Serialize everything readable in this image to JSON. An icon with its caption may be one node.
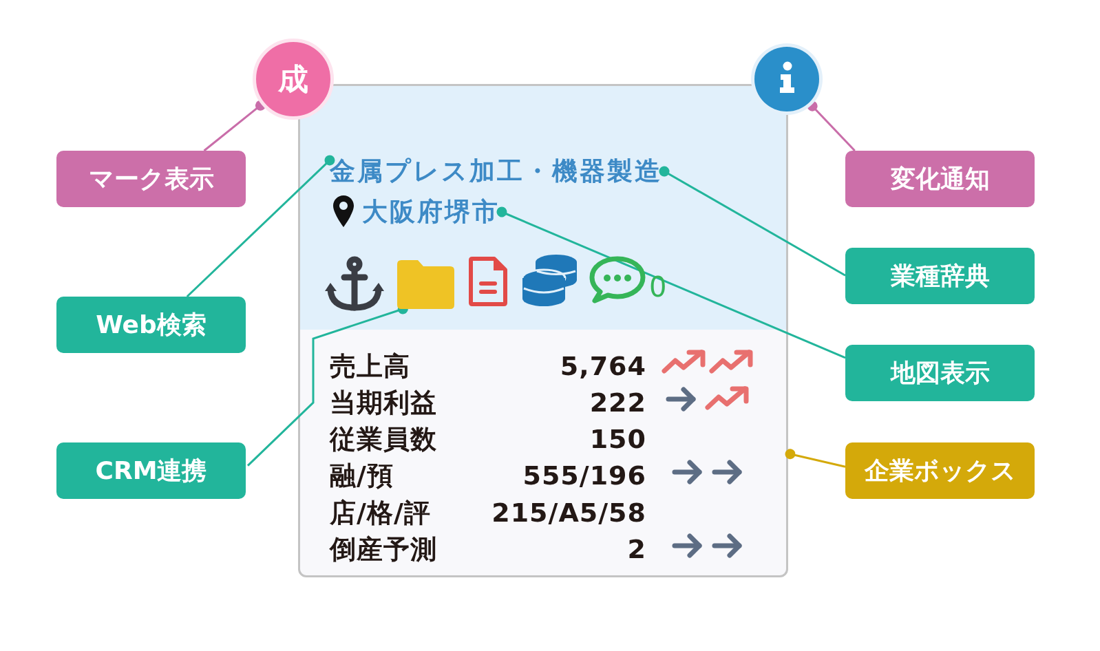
{
  "diagram": {
    "nodes": [
      {
        "text": [
          "成"
        ]
      },
      {
        "text": [],
        "shape": "circle"
      },
      {
        "text": [
          "マーク表示"
        ]
      },
      {
        "text": [],
        "shape": "box"
      },
      {
        "text": [
          "金属プレス加工・機器製造"
        ],
        "in": 3
      },
      {
        "text": [
          "大阪府堺市"
        ],
        "in": 3
      },
      {
        "text": [],
        "shape": "folder",
        "in": 3
      },
      {
        "text": [
          "変化通知"
        ]
      },
      {
        "text": [
          "Web検索"
        ]
      },
      {
        "text": [
          "業種辞典"
        ]
      },
      {
        "text": [
          "地図表示"
        ]
      },
      {
        "text": [
          "CRM連携"
        ]
      },
      {
        "text": [
          "企業ボックス"
        ]
      }
    ],
    "edges": [
      {
        "from": 2,
        "to": 0,
        "arrow": "other",
        "color": "#c96da9"
      },
      {
        "from": 7,
        "to": 1,
        "arrow": "other",
        "color": "#c96da9"
      },
      {
        "from": 8,
        "to": 4,
        "arrow": "other"
      },
      {
        "from": 9,
        "to": 4,
        "arrow": "other"
      },
      {
        "from": 10,
        "to": 5,
        "arrow": "other"
      },
      {
        "from": 11,
        "to": 6,
        "arrow": "other"
      },
      {
        "from": 12,
        "to": 3,
        "arrow": "other",
        "color": "#d4a90a"
      }
    ],
    "labels": [
      "0",
      "売上高",
      "5,764",
      "当期利益",
      "222",
      "従業員数",
      "150",
      "融/預",
      "555/196",
      "店/格/評",
      "215/A5/58",
      "倒産予測",
      "2"
    ]
  }
}
